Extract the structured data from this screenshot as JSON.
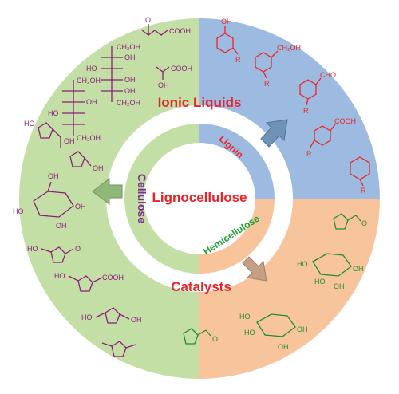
{
  "outer_ring": {
    "ionic_liquids": "Ionic Liquids",
    "catalysts": "Catalysts"
  },
  "inner_ring": {
    "lignin": "Lignin",
    "cellulose": "Cellulose",
    "hemicellulose": "Hemicellulose"
  },
  "center": {
    "title": "Lignocellulose"
  },
  "chem_labels": {
    "oh": "OH",
    "ho": "HO",
    "r": "R",
    "cho": "CHO",
    "cooh": "COOH",
    "ch2oh": "CH₂OH",
    "o": "O",
    "ch2oh_plain": "CH₂OH"
  },
  "colors": {
    "lignin_bg": "#9dbbe0",
    "cellulose_bg": "#c4dfa6",
    "hemicellulose_bg": "#f8c49b",
    "ring_gap": "#ffffff",
    "title_red": "#e8252a",
    "cellulose_purple": "#7a2f8c",
    "hemi_green": "#1fa035",
    "lignin_chem_red": "#e8252a",
    "hemi_chem_green": "#1f8f2a",
    "cellulose_chem_purple": "#8a1f7a"
  }
}
